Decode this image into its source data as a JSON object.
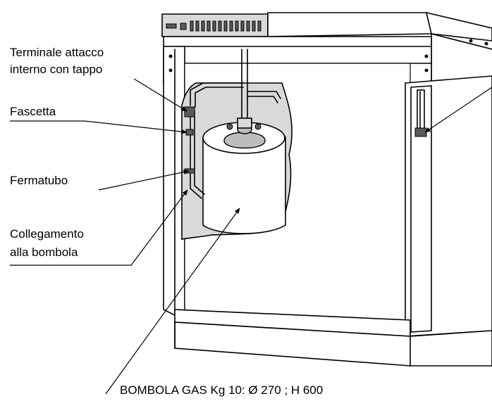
{
  "labels": {
    "terminal_line1": "Terminale attacco",
    "terminal_line2": "interno con tappo",
    "fascetta": "Fascetta",
    "fermatubo": "Fermatubo",
    "collegamento_line1": "Collegamento",
    "collegamento_line2": "alla bombola",
    "bombola_caption": "BOMBOLA GAS Kg 10: Ø 270 ; H 600"
  }
}
